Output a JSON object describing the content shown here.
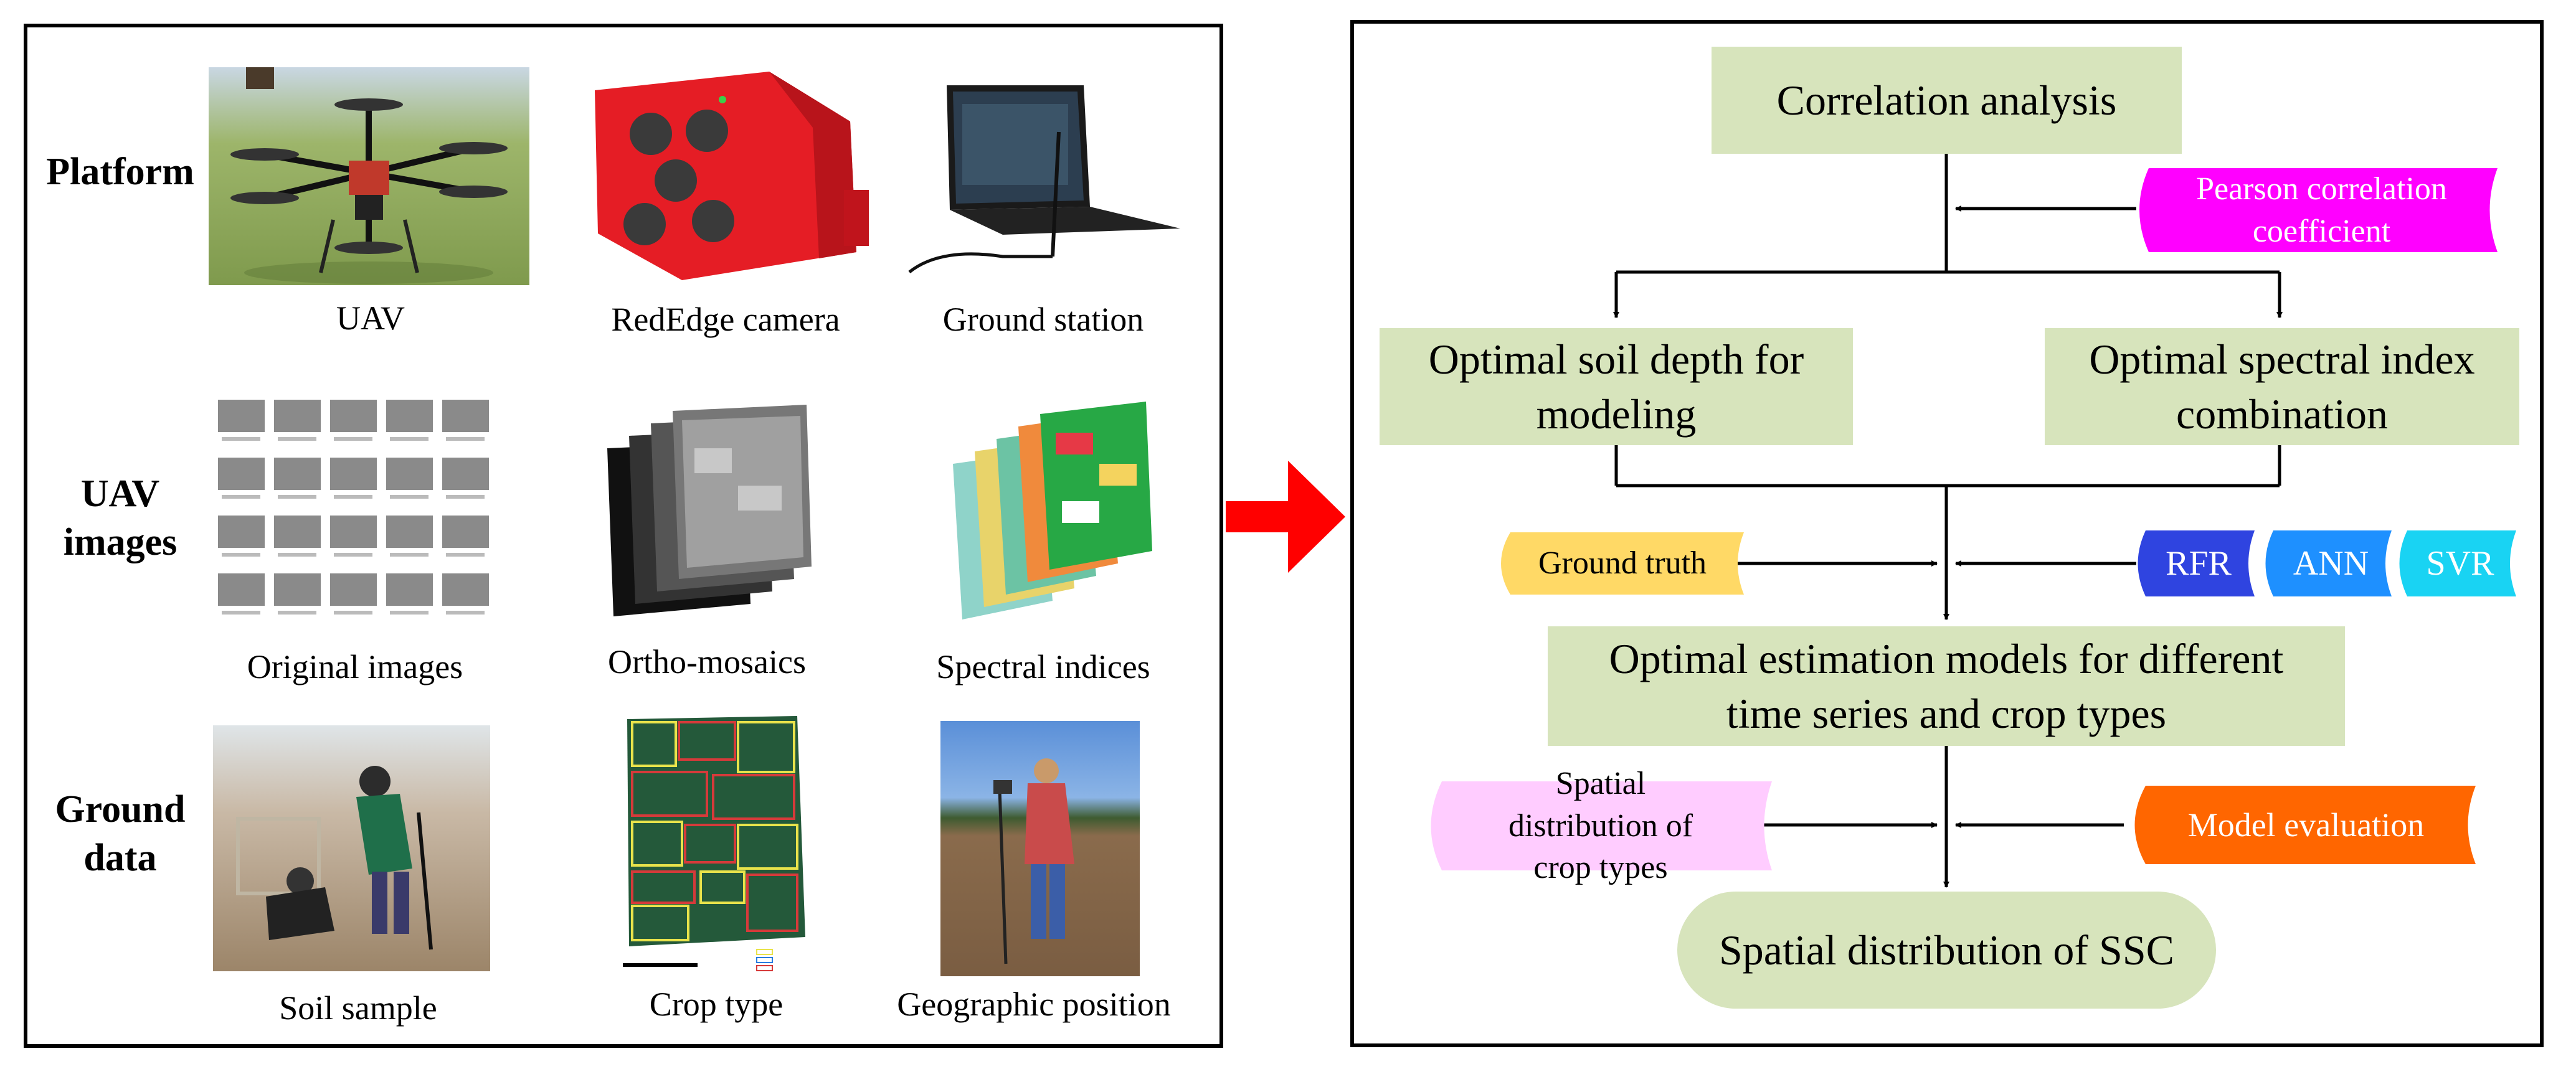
{
  "left_panel": {
    "row_labels": {
      "platform": "Platform",
      "uav_images": "UAV\nimages",
      "ground_data": "Ground\ndata"
    },
    "captions": {
      "uav": "UAV",
      "camera": "RedEdge camera",
      "ground_station": "Ground station",
      "original_images": "Original images",
      "ortho_mosaics": "Ortho-mosaics",
      "spectral_indices": "Spectral indices",
      "soil_sample": "Soil sample",
      "crop_type": "Crop type",
      "geo_position": "Geographic position"
    }
  },
  "flowchart": {
    "correlation": "Correlation analysis",
    "pearson": "Pearson correlation coefficient",
    "soil_depth": "Optimal soil depth for modeling",
    "spectral_combo": "Optimal spectral index combination",
    "ground_truth": "Ground truth",
    "rfr": "RFR",
    "ann": "ANN",
    "svr": "SVR",
    "optimal_models": "Optimal estimation models for different time series and crop types",
    "spatial_crop": "Spatial distribution of crop types",
    "model_eval": "Model evaluation",
    "ssc": "Spatial distribution of SSC"
  },
  "colors": {
    "box_green": "#d7e4bc",
    "pearson_magenta": "#ff00ff",
    "ground_truth_yellow": "#ffd966",
    "rfr_blue": "#2f44e0",
    "ann_blue": "#1e90ff",
    "svr_cyan": "#19d3f3",
    "spatial_pink": "#ffccff",
    "model_eval_orange": "#ff6600",
    "arrow_red": "#ff0000"
  }
}
